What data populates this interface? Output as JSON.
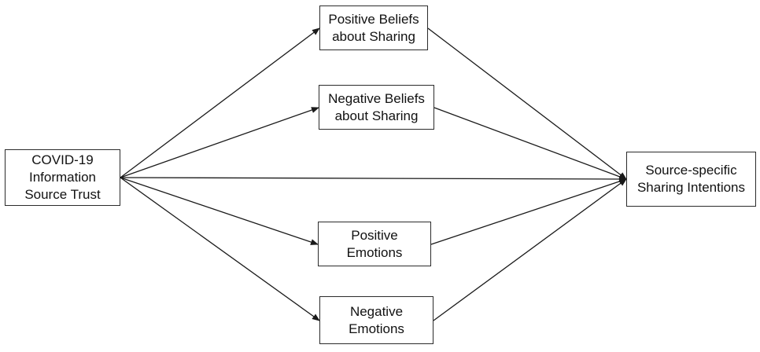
{
  "nodes": {
    "source_trust": "COVID-19\nInformation\nSource Trust",
    "positive_beliefs": "Positive Beliefs\nabout Sharing",
    "negative_beliefs": "Negative Beliefs\nabout Sharing",
    "positive_emotions": "Positive\nEmotions",
    "negative_emotions": "Negative\nEmotions",
    "sharing_intentions": "Source-specific\nSharing Intentions"
  },
  "edges": [
    {
      "from": "source_trust",
      "to": "positive_beliefs"
    },
    {
      "from": "source_trust",
      "to": "negative_beliefs"
    },
    {
      "from": "source_trust",
      "to": "sharing_intentions"
    },
    {
      "from": "source_trust",
      "to": "positive_emotions"
    },
    {
      "from": "source_trust",
      "to": "negative_emotions"
    },
    {
      "from": "positive_beliefs",
      "to": "sharing_intentions"
    },
    {
      "from": "negative_beliefs",
      "to": "sharing_intentions"
    },
    {
      "from": "positive_emotions",
      "to": "sharing_intentions"
    },
    {
      "from": "negative_emotions",
      "to": "sharing_intentions"
    }
  ],
  "colors": {
    "line": "#1a1a1a",
    "border": "#2b2b2b",
    "text": "#111111"
  }
}
